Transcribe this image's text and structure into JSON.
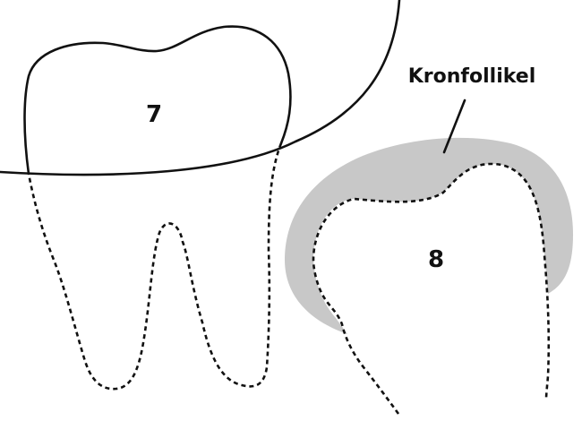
{
  "diagram": {
    "tooth_7_label": "7",
    "tooth_8_label": "8",
    "follicle_label": "Kronfollikel"
  },
  "colors": {
    "follicle_fill": "#c8c8c8",
    "line": "#111111",
    "background": "#ffffff"
  }
}
